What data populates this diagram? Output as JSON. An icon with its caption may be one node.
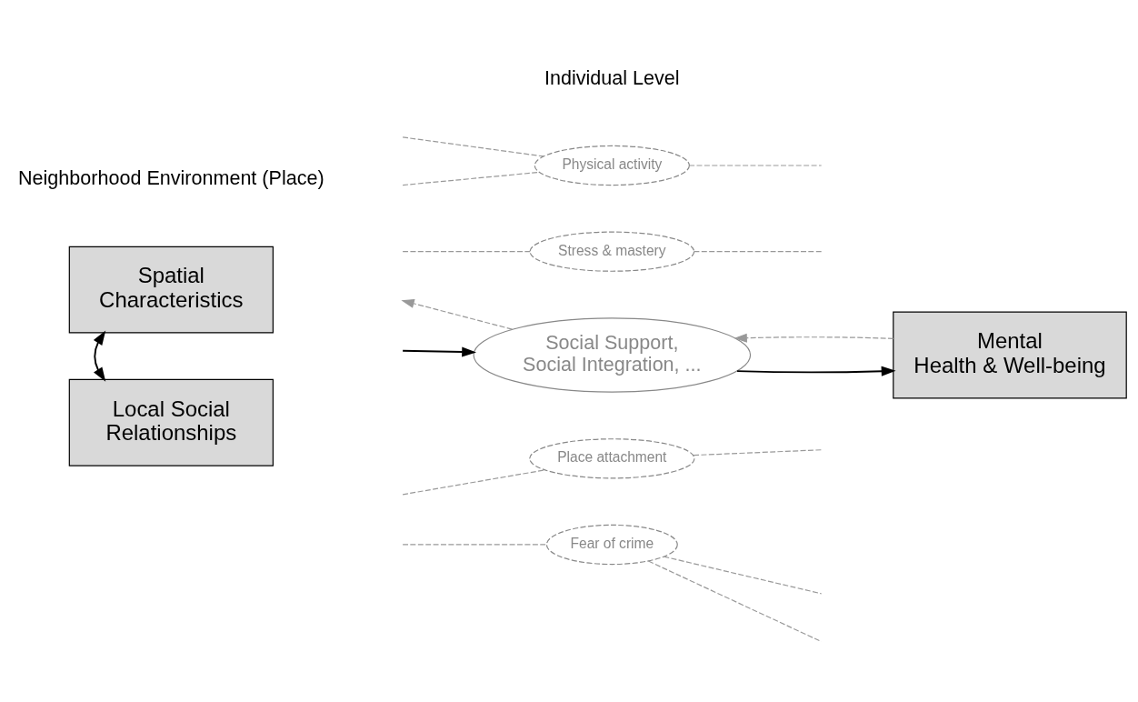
{
  "diagram": {
    "nodes": [
      {
        "text": [
          "Spatial Characteristics"
        ]
      },
      {
        "text": [
          "Local Social Relationships"
        ]
      },
      {
        "text": [
          "Physical activity"
        ]
      },
      {
        "text": [
          "Stress & mastery"
        ]
      },
      {
        "text": [
          "Social Support, Social Integration, ..."
        ]
      },
      {
        "text": [
          "Place attachment"
        ]
      },
      {
        "text": [
          "Fear of crime"
        ]
      },
      {
        "text": [
          "Mental Health & Well-being"
        ]
      }
    ],
    "edges": [
      {
        "from": 0,
        "to": 1,
        "arrow": "both",
        "color": "#000000"
      },
      {
        "from": 4,
        "to": null,
        "arrow": "to",
        "style": "dashed",
        "color": "#999999"
      },
      {
        "from": null,
        "to": 4,
        "arrow": "to",
        "color": "#000000"
      },
      {
        "from": 4,
        "to": 7,
        "arrow": "to",
        "color": "#000000"
      },
      {
        "from": 7,
        "to": 4,
        "arrow": "to",
        "style": "dashed",
        "color": "#999999"
      },
      {
        "from": null,
        "to": 2,
        "arrow": "none",
        "style": "dashed",
        "color": "#999999"
      },
      {
        "from": null,
        "to": 2,
        "arrow": "none",
        "style": "dashed",
        "color": "#999999"
      },
      {
        "from": 2,
        "to": null,
        "arrow": "none",
        "style": "dashed",
        "color": "#999999"
      },
      {
        "from": null,
        "to": 3,
        "arrow": "none",
        "style": "dashed",
        "color": "#999999"
      },
      {
        "from": 3,
        "to": null,
        "arrow": "none",
        "style": "dashed",
        "color": "#999999"
      },
      {
        "from": null,
        "to": 5,
        "arrow": "none",
        "style": "dashed",
        "color": "#999999"
      },
      {
        "from": 5,
        "to": null,
        "arrow": "none",
        "style": "dashed",
        "color": "#999999"
      },
      {
        "from": null,
        "to": 6,
        "arrow": "none",
        "style": "dashed",
        "color": "#999999"
      },
      {
        "from": 6,
        "to": null,
        "arrow": "none",
        "style": "dashed",
        "color": "#999999"
      },
      {
        "from": 6,
        "to": null,
        "arrow": "none",
        "style": "dashed",
        "color": "#999999"
      }
    ],
    "labels": [
      "Neighborhood Environment (Place)",
      "Individual Level"
    ]
  }
}
